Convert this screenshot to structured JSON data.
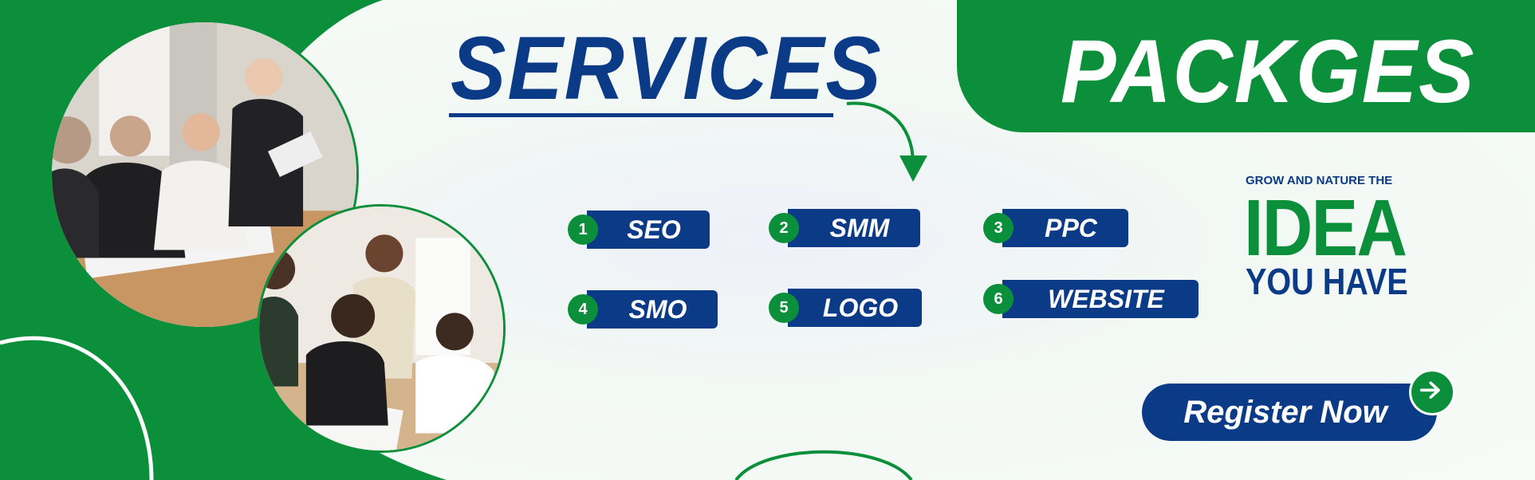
{
  "banner": {
    "title_left": "SERVICES",
    "title_right": "PACKGES",
    "services": [
      {
        "number": "1",
        "label": "SEO"
      },
      {
        "number": "2",
        "label": "SMM"
      },
      {
        "number": "3",
        "label": "PPC"
      },
      {
        "number": "4",
        "label": "SMO"
      },
      {
        "number": "5",
        "label": "LOGO"
      },
      {
        "number": "6",
        "label": "WEBSITE"
      }
    ],
    "tagline_small": "GROW AND NATURE THE",
    "tagline_big": "IDEA",
    "tagline_sub": "YOU HAVE",
    "cta_label": "Register Now",
    "cta_icon": "arrow-right-icon"
  },
  "colors": {
    "primary_green": "#0c8f3a",
    "primary_blue": "#0b3a86",
    "white": "#ffffff"
  }
}
